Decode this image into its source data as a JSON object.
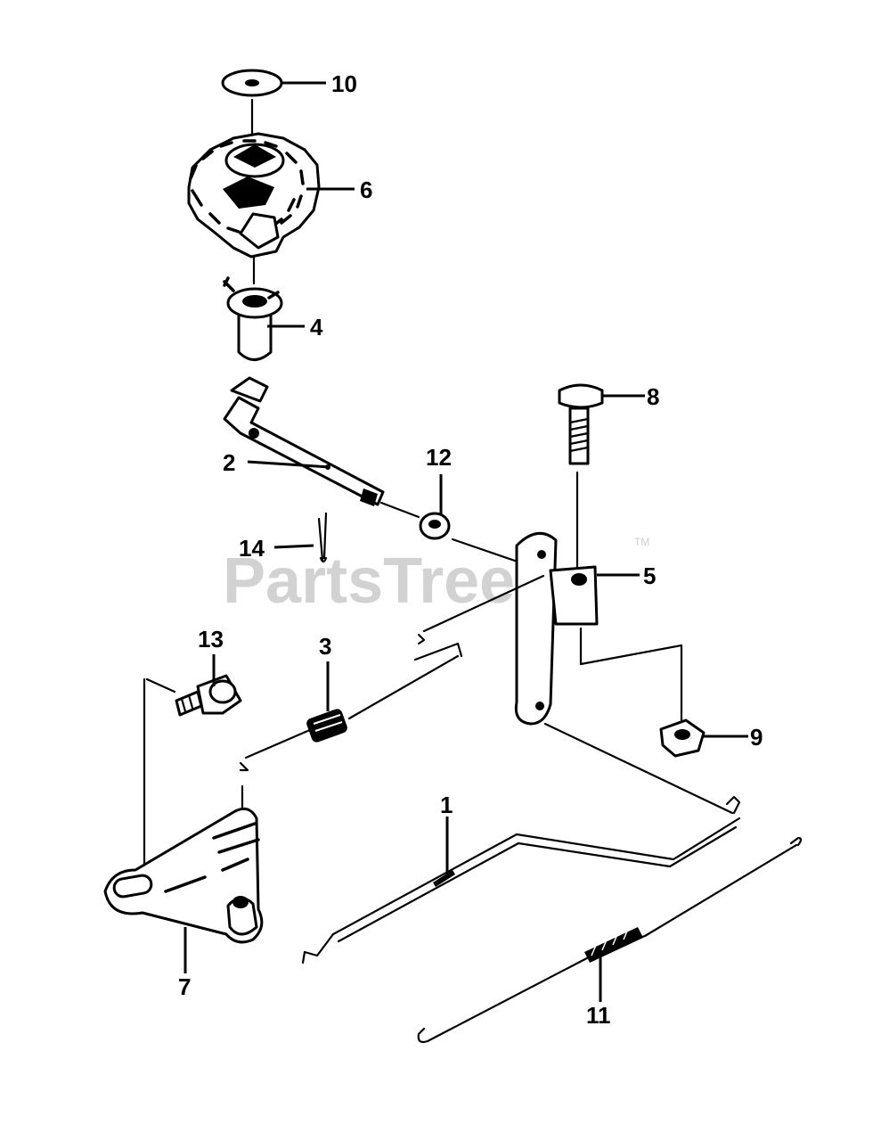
{
  "watermark": {
    "text": "PartsTree",
    "trademark": "TM"
  },
  "callouts": [
    "10",
    "6",
    "4",
    "8",
    "2",
    "12",
    "14",
    "5",
    "13",
    "3",
    "9",
    "1",
    "7",
    "11"
  ]
}
